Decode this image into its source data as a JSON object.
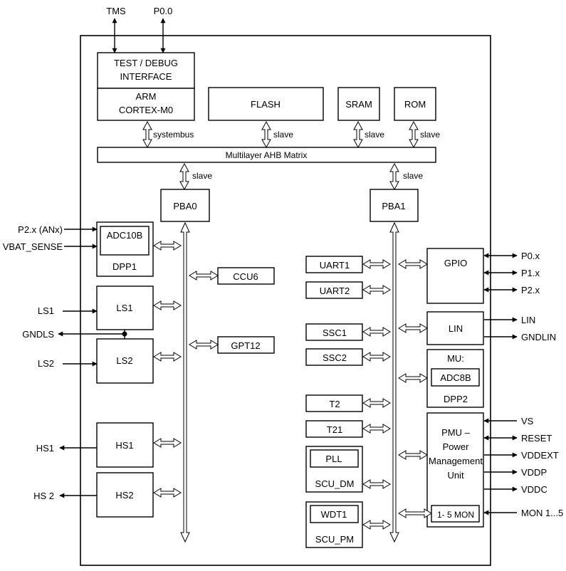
{
  "blocks": {
    "test_debug": {
      "line1": "TEST / DEBUG",
      "line2": "INTERFACE"
    },
    "arm": {
      "line1": "ARM",
      "line2": "CORTEX-M0"
    },
    "flash": "FLASH",
    "sram": "SRAM",
    "rom": "ROM",
    "ahb_matrix": "Multilayer AHB Matrix",
    "pba0": "PBA0",
    "pba1": "PBA1",
    "adc10b": "ADC10B",
    "dpp1": "DPP1",
    "ls1": "LS1",
    "ls2": "LS2",
    "hs1": "HS1",
    "hs2": "HS2",
    "ccu6": "CCU6",
    "gpt12": "GPT12",
    "uart1": "UART1",
    "uart2": "UART2",
    "ssc1": "SSC1",
    "ssc2": "SSC2",
    "t2": "T2",
    "t21": "T21",
    "pll": "PLL",
    "scu_dm": "SCU_DM",
    "wdt1": "WDT1",
    "scu_pm": "SCU_PM",
    "gpio": "GPIO",
    "lin": "LIN",
    "mu": "MU:",
    "adc8b": "ADC8B",
    "dpp2": "DPP2",
    "pmu": {
      "line1": "PMU –",
      "line2": "Power",
      "line3": "Management",
      "line4": "Unit"
    },
    "mon": "1- 5 MON"
  },
  "bus_labels": {
    "systembus": "systembus",
    "slave": "slave"
  },
  "pins": {
    "tms": "TMS",
    "p0_top": "P0.0",
    "p2x_anx": "P2.x (ANx)",
    "vbat_sense": "VBAT_SENSE",
    "ls1": "LS1",
    "gndls": "GNDLS",
    "ls2": "LS2",
    "hs1": "HS1",
    "hs2": "HS 2",
    "p0x": "P0.x",
    "p1x": "P1.x",
    "p2x": "P2.x",
    "lin": "LIN",
    "gndlin": "GNDLIN",
    "vs": "VS",
    "reset": "RESET",
    "vddext": "VDDEXT",
    "vddp": "VDDP",
    "vddc": "VDDC",
    "mon": "MON 1...5"
  },
  "colors": {
    "line": "#000000",
    "background": "#ffffff"
  }
}
